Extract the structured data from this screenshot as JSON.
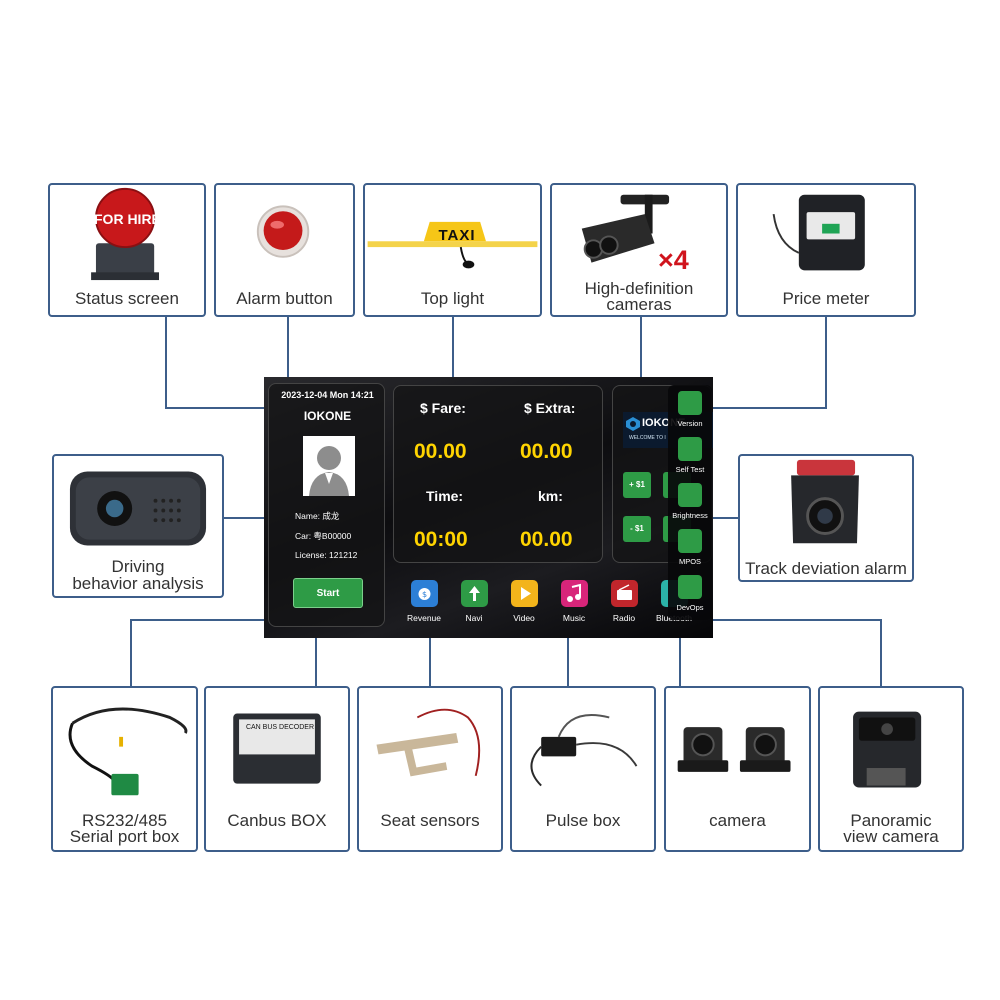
{
  "top_cards": [
    {
      "label": "Status screen"
    },
    {
      "label": "Alarm button"
    },
    {
      "label": "Top light"
    },
    {
      "label_line1": "High-definition",
      "label_line2": "cameras"
    },
    {
      "label": "Price meter"
    }
  ],
  "left_card": {
    "label_line1": "Driving",
    "label_line2": "behavior analysis"
  },
  "right_card": {
    "label": "Track deviation alarm"
  },
  "bottom_cards": [
    {
      "label_line1": "RS232/485",
      "label_line2": "Serial port box"
    },
    {
      "label": "Canbus BOX"
    },
    {
      "label": "Seat sensors"
    },
    {
      "label": "Pulse box"
    },
    {
      "label": "camera"
    },
    {
      "label_line1": "Panoramic",
      "label_line2": "view camera"
    }
  ],
  "art_text": {
    "for_hire": "FOR HIRE",
    "taxi": "TAXI",
    "times_four": "×4",
    "can_decoder": "CAN BUS DECODER"
  },
  "screen": {
    "datetime": "2023-12-04  Mon  14:21",
    "brand": "IOKONE",
    "name": "Name:  成龙",
    "car": "Car:  粤B00000",
    "license": "License:  121212",
    "start_label": "Start",
    "fare_label": "$ Fare:",
    "extra_label": "$ Extra:",
    "fare_value": "00.00",
    "extra_value": "00.00",
    "time_label": "Time:",
    "km_label": "km:",
    "time_value": "00:00",
    "km_value": "00.00",
    "logo_text": "IOKONE",
    "welcome_text": "WELCOME TO I",
    "plus_one": "+ $1",
    "minus_one": "- $1",
    "dock": [
      "Revenue",
      "Navi",
      "Video",
      "Music",
      "Radio",
      "Bluetooth"
    ],
    "side_menu": [
      "Version",
      "Self Test",
      "Brightness",
      "MPOS",
      "DevOps"
    ]
  },
  "colors": {
    "card_border": "#3d5e8a",
    "value_yellow": "#ffd400",
    "start_green": "#2e9b46"
  }
}
